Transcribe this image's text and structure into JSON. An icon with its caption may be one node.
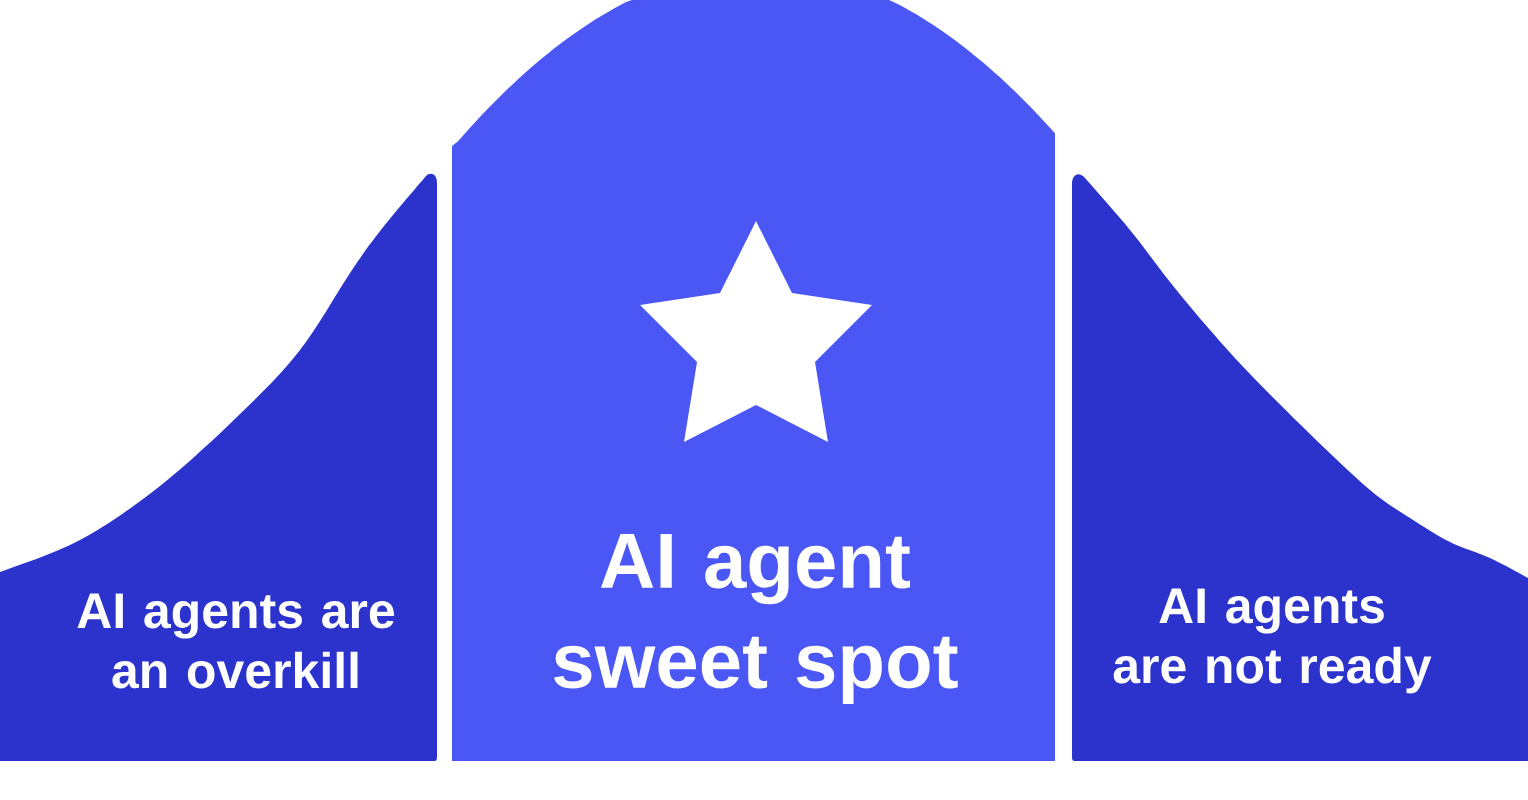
{
  "diagram": {
    "nodes": [
      {
        "text": [
          "AI agents are an overkill"
        ]
      },
      {
        "text": [
          "AI agent sweet spot"
        ]
      },
      {
        "text": [
          "AI agents are not ready"
        ]
      }
    ]
  }
}
